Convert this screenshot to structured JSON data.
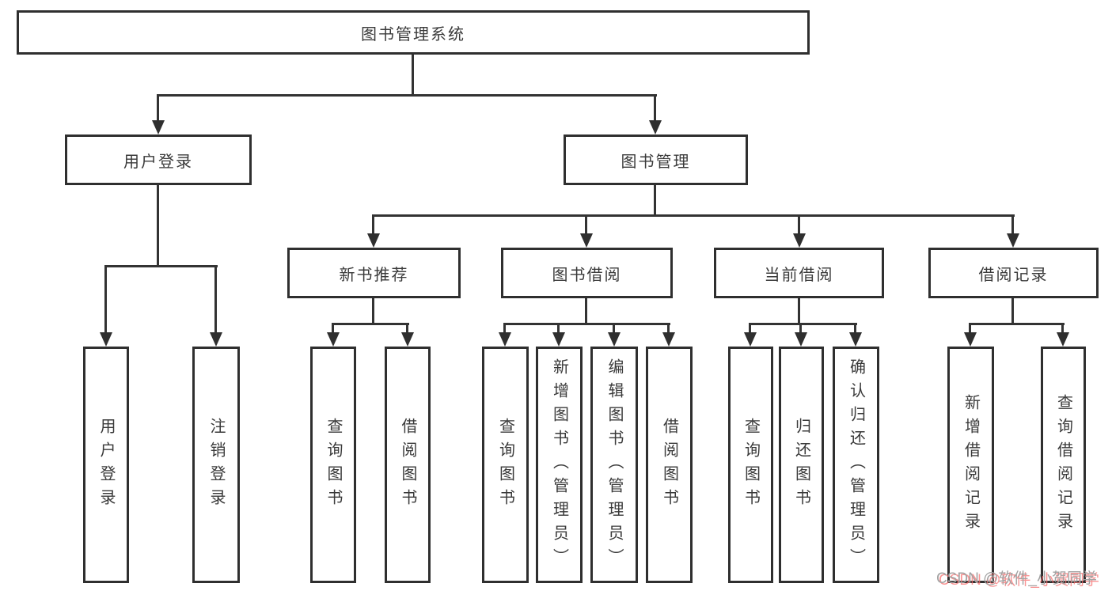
{
  "diagram": {
    "root": "图书管理系统",
    "level2": [
      {
        "label": "用户登录",
        "children": [
          "用户登录",
          "注销登录"
        ]
      },
      {
        "label": "图书管理"
      }
    ],
    "level3": [
      {
        "label": "新书推荐",
        "children": [
          "查询图书",
          "借阅图书"
        ]
      },
      {
        "label": "图书借阅",
        "children": [
          "查询图书",
          "新增图书（管理员）",
          "编辑图书（管理员）",
          "借阅图书"
        ]
      },
      {
        "label": "当前借阅",
        "children": [
          "查询图书",
          "归还图书",
          "确认归还（管理员）"
        ]
      },
      {
        "label": "借阅记录",
        "children": [
          "新增借阅记录",
          "查询借阅记录"
        ]
      }
    ]
  },
  "watermark": {
    "text": "CSDN @软件_小贺同学"
  },
  "colors": {
    "background": "#ffffff",
    "box_border": "#2f2f2f",
    "connector_line": "#333333",
    "text": "#3a3a3a",
    "watermark_gray": "#a2a2a2",
    "watermark_red": "#f77070"
  }
}
